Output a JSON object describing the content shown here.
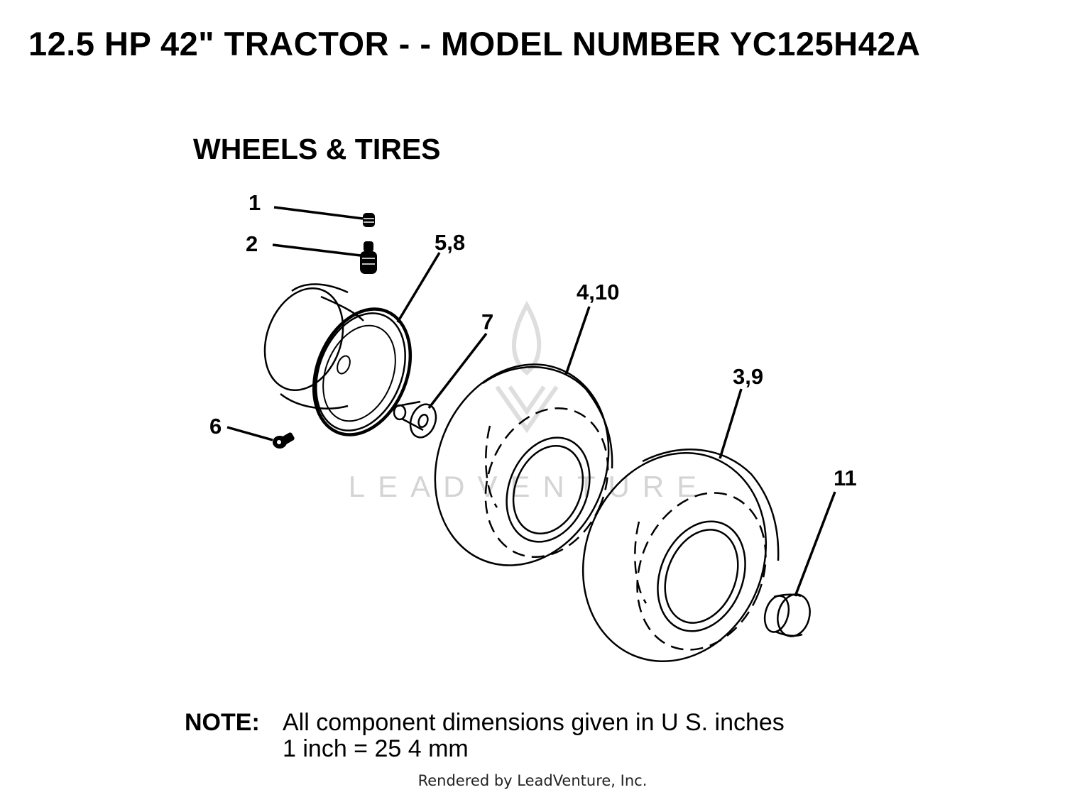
{
  "document": {
    "title": "12.5 HP 42\" TRACTOR - - MODEL NUMBER YC125H42A",
    "section_title": "WHEELS & TIRES"
  },
  "callouts": [
    {
      "id": "c1",
      "label": "1"
    },
    {
      "id": "c2",
      "label": "2"
    },
    {
      "id": "c58",
      "label": "5,8"
    },
    {
      "id": "c410",
      "label": "4,10"
    },
    {
      "id": "c7",
      "label": "7"
    },
    {
      "id": "c39",
      "label": "3,9"
    },
    {
      "id": "c6",
      "label": "6"
    },
    {
      "id": "c11",
      "label": "11"
    }
  ],
  "parts": [
    {
      "name": "grease-fitting-cap",
      "callout": "1"
    },
    {
      "name": "valve-stem",
      "callout": "2"
    },
    {
      "name": "wheel-rim",
      "callout": "5,8"
    },
    {
      "name": "front-tire",
      "callout": "4,10"
    },
    {
      "name": "bushing",
      "callout": "7"
    },
    {
      "name": "rear-tire",
      "callout": "3,9"
    },
    {
      "name": "grease-fitting",
      "callout": "6"
    },
    {
      "name": "spacer-cap",
      "callout": "11"
    }
  ],
  "note": {
    "label": "NOTE:",
    "line1": "All component dimensions given in U S. inches",
    "line2": "1 inch = 25 4 mm"
  },
  "watermark": {
    "text": "LEADVENTURE"
  },
  "footer": {
    "rendered_by": "Rendered by LeadVenture, Inc."
  },
  "colors": {
    "ink": "#000000",
    "background": "#ffffff",
    "watermark": "#d4d4d4"
  }
}
